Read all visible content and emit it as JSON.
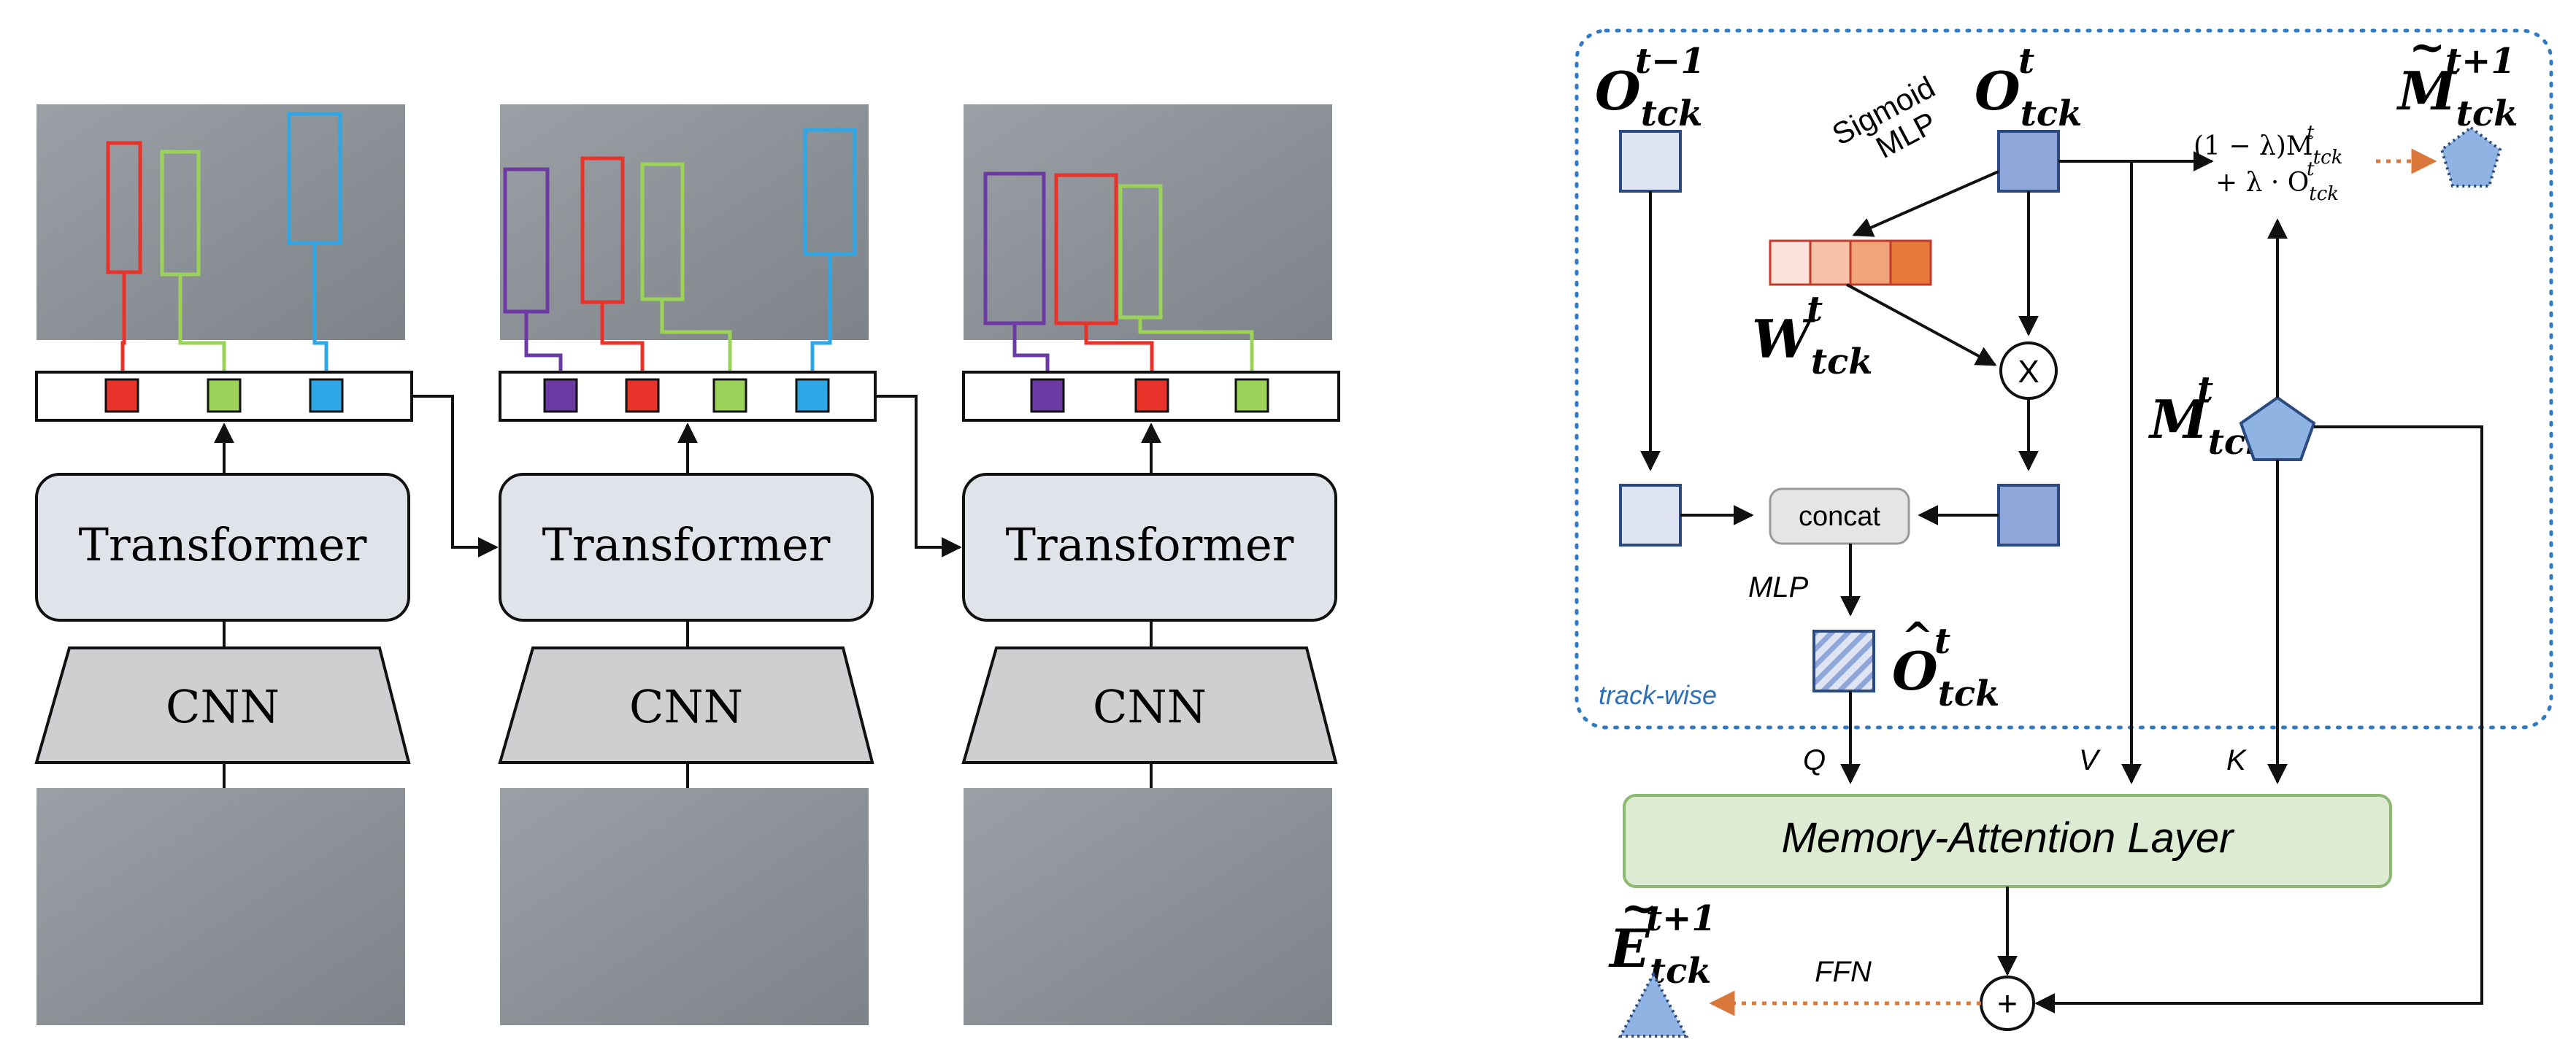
{
  "left_panel": {
    "transformer_label": "Transformer",
    "cnn_label": "CNN",
    "colors": {
      "red": "#e8332b",
      "green": "#9bd35a",
      "blue": "#2fa6e6",
      "purple": "#6b3aa3",
      "frame_bg": "#8a8f94",
      "box_fill": "#e0e3ea",
      "cnn_fill": "#cfcfd1"
    },
    "frames": [
      {
        "tracks": [
          "red",
          "green",
          "blue"
        ]
      },
      {
        "tracks": [
          "purple",
          "red",
          "green",
          "blue"
        ]
      },
      {
        "tracks": [
          "purple",
          "red",
          "green"
        ]
      }
    ]
  },
  "right_panel": {
    "o_prev": {
      "base": "O",
      "sub": "tck",
      "sup": "t−1"
    },
    "o_cur": {
      "base": "O",
      "sub": "tck",
      "sup": "t"
    },
    "m_next": {
      "base": "M",
      "accent": "~",
      "sub": "tck",
      "sup": "t+1"
    },
    "m_cur": {
      "base": "M",
      "sub": "tck",
      "sup": "t"
    },
    "w": {
      "base": "W",
      "sub": "tck",
      "sup": "t"
    },
    "o_hat": {
      "base": "O",
      "accent": "^",
      "sub": "tck",
      "sup": "t"
    },
    "e_next": {
      "base": "E",
      "accent": "~",
      "sub": "tck",
      "sup": "t+1"
    },
    "sigmoid_label": "Sigmoid",
    "mlp_label_top": "MLP",
    "mlp_label_left": "MLP",
    "concat_label": "concat",
    "multiply_label": "X",
    "plus_label": "+",
    "update_line1": "(1 − λ)M",
    "update_line1_sub": "tck",
    "update_line1_sup": "t",
    "update_line2": "+ λ · O",
    "update_line2_sub": "tck",
    "update_line2_sup": "t",
    "track_wise_label": "track-wise",
    "q_label": "Q",
    "v_label": "V",
    "k_label": "K",
    "memory_attention_label": "Memory-Attention Layer",
    "ffn_label": "FFN",
    "colors": {
      "square_light": "#dfe4f3",
      "square_dark": "#8ea6d9",
      "square_stroke": "#2b4a80",
      "weight_cells": [
        "#fbe3d9",
        "#f6c3a8",
        "#f1a478",
        "#e77a3a"
      ],
      "weight_stroke": "#c0392b",
      "dotted_border": "#2f7ac2",
      "track_wise_text": "#2f6fb5",
      "orange_arrow": "#d9783a",
      "layer_fill": "#dcebd2",
      "layer_stroke": "#8cb873",
      "concat_fill": "#e5e5e5",
      "pentagon_fill": "#8fb3e3"
    }
  }
}
